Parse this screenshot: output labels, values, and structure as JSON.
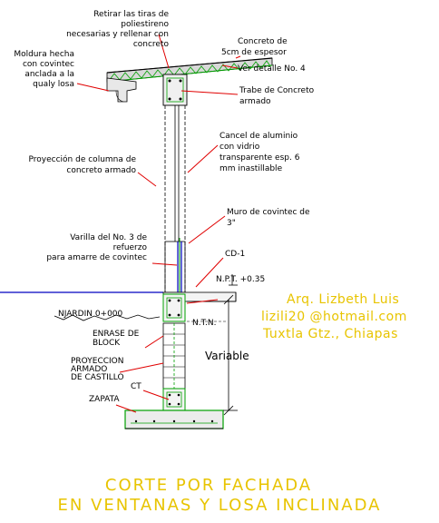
{
  "labels": {
    "retirar": [
      "Retirar las tiras de",
      "poliestireno",
      "necesarias y rellenar con",
      "concreto"
    ],
    "concreto_5cm": [
      "Concreto de",
      "5cm de espesor"
    ],
    "ver_detalle": "Ver detalle No. 4",
    "moldura": [
      "Moldura hecha",
      "con covintec",
      "anclada a la",
      "qualy losa"
    ],
    "trabe": [
      "Trabe de Concreto",
      "armado"
    ],
    "cancel": [
      "Cancel de aluminio",
      "con vidrio",
      "transparente esp. 6",
      "mm inastillable"
    ],
    "proyeccion_columna": [
      "Proyección de columna de",
      "concreto armado"
    ],
    "muro_covintec": [
      "Muro de covintec de",
      "3\""
    ],
    "varilla": [
      "Varilla del No. 3 de",
      "refuerzo",
      "para amarre de covintec"
    ],
    "cd1": "CD-1",
    "npt": "N.P.T. +0.35",
    "njardin": "NJARDIN 0+000",
    "ntn": "N.T.N.",
    "enrase": [
      "ENRASE DE",
      "BLOCK"
    ],
    "proyeccion_castillo": [
      "PROYECCION",
      "ARMADO",
      "DE CASTILLO"
    ],
    "ct": "CT",
    "zapata": "ZAPATA",
    "variable": "Variable"
  },
  "author": {
    "name": "Arq. Lizbeth Luis",
    "email": "lizili20 @hotmail.com",
    "city": "Tuxtla Gtz., Chiapas"
  },
  "title": {
    "line1": "CORTE POR FACHADA",
    "line2": "EN VENTANAS Y LOSA INCLINADA"
  },
  "colors": {
    "leader": "#e00000",
    "structure": "#00a000",
    "author_text": "#e8c400",
    "ground_line": "#0000c0"
  }
}
